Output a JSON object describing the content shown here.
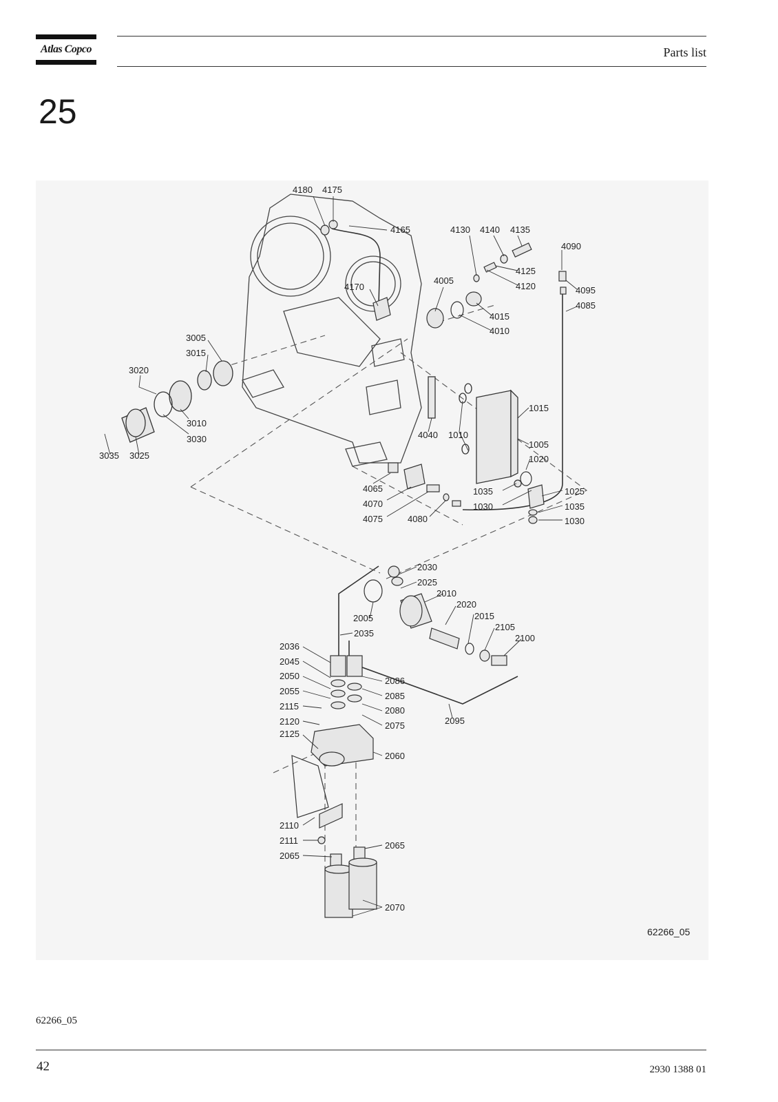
{
  "header": {
    "brand": "Atlas Copco",
    "title": "Parts list"
  },
  "section": {
    "number": "25"
  },
  "figure": {
    "drawing_id": "62266_05",
    "callouts": [
      "4180",
      "4175",
      "4165",
      "4130",
      "4140",
      "4135",
      "4090",
      "4125",
      "4120",
      "4095",
      "4085",
      "4005",
      "4170",
      "4015",
      "4010",
      "3005",
      "3015",
      "3020",
      "3010",
      "3030",
      "3035",
      "3025",
      "4040",
      "1010",
      "1015",
      "1005",
      "1020",
      "4065",
      "4070",
      "4075",
      "4080",
      "1035",
      "1030",
      "1025",
      "1035",
      "1030",
      "2030",
      "2025",
      "2010",
      "2020",
      "2005",
      "2035",
      "2015",
      "2105",
      "2100",
      "2036",
      "2045",
      "2086",
      "2050",
      "2085",
      "2055",
      "2080",
      "2115",
      "2075",
      "2095",
      "2120",
      "2125",
      "2060",
      "2110",
      "2111",
      "2065",
      "2065",
      "2070"
    ]
  },
  "footer": {
    "figure_ref": "62266_05",
    "page_number": "42",
    "doc_number": "2930 1388 01"
  }
}
